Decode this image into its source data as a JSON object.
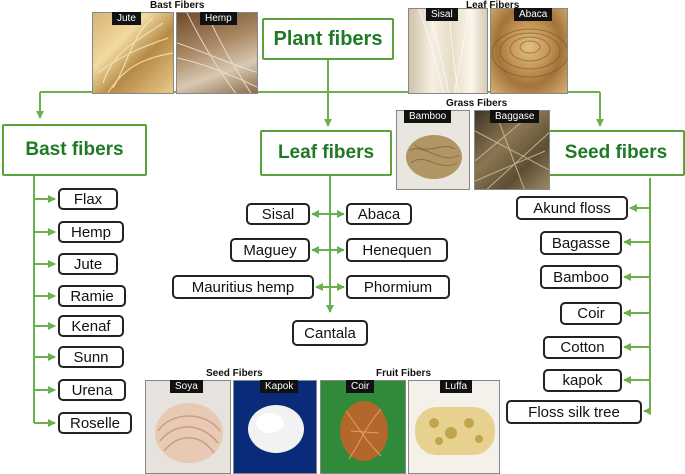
{
  "root": "Plant fibers",
  "categories": {
    "bast": "Bast fibers",
    "leaf": "Leaf fibers",
    "seed": "Seed fibers"
  },
  "bast_items": [
    "Flax",
    "Hemp",
    "Jute",
    "Ramie",
    "Kenaf",
    "Sunn",
    "Urena",
    "Roselle"
  ],
  "leaf_items": {
    "left": [
      "Sisal",
      "Maguey",
      "Mauritius hemp"
    ],
    "right": [
      "Abaca",
      "Henequen",
      "Phormium"
    ],
    "bottom": "Cantala"
  },
  "seed_items": [
    "Akund floss",
    "Bagasse",
    "Bamboo",
    "Coir",
    "Cotton",
    "kapok",
    "Floss silk tree"
  ],
  "photo_groups": {
    "bast": {
      "title": "Bast Fibers",
      "photos": [
        "Jute",
        "Hemp"
      ]
    },
    "leaf": {
      "title": "Leaf Fibers",
      "photos": [
        "Sisal",
        "Abaca"
      ]
    },
    "grass": {
      "title": "Grass Fibers",
      "photos": [
        "Bamboo",
        "Baggase"
      ]
    },
    "seed": {
      "title": "Seed Fibers",
      "photos": [
        "Soya",
        "Kapok"
      ]
    },
    "fruit": {
      "title": "Fruit Fibers",
      "photos": [
        "Coir",
        "Luffa"
      ]
    }
  },
  "colors": {
    "connector": "#6ab04c",
    "heading_text": "#1e7a24",
    "box_border": "#222222"
  }
}
